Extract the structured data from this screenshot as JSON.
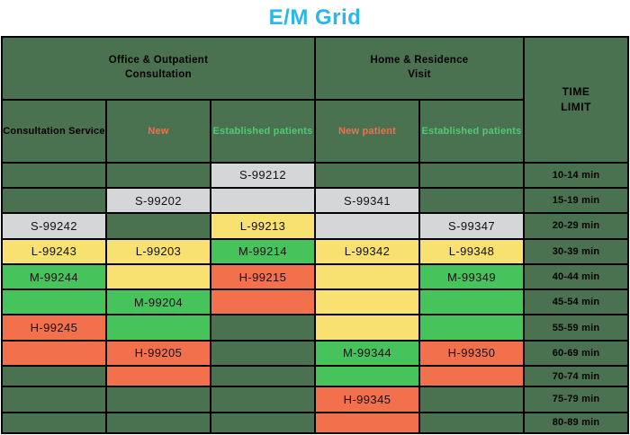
{
  "colors": {
    "title_color": "#29b8e8",
    "border_color": "#000000",
    "dark": "#4a7150",
    "gray": "#d4d6d7",
    "yellow": "#f8e170",
    "green": "#47c35b",
    "orange": "#f3704c",
    "new": "#f3704c",
    "established": "#4ecb73",
    "header_text": "#000000"
  },
  "chart_data": {
    "type": "table",
    "title": "E/M Grid",
    "column_groups": [
      {
        "label": "Office & Outpatient\nConsultation",
        "span": 3
      },
      {
        "label": "Home & Residence\nVisit",
        "span": 2
      }
    ],
    "time_header": "TIME\nLIMIT",
    "columns": [
      {
        "label": "Consultation Service",
        "text_color_key": "header_text"
      },
      {
        "label": "New",
        "text_color_key": "new"
      },
      {
        "label": "Established patients",
        "text_color_key": "established"
      },
      {
        "label": "New patient",
        "text_color_key": "new"
      },
      {
        "label": "Established patients",
        "text_color_key": "established"
      }
    ],
    "rows": [
      {
        "time_limit": "10-14 min",
        "cells": [
          {
            "bg": "dark",
            "code": ""
          },
          {
            "bg": "dark",
            "code": ""
          },
          {
            "bg": "gray",
            "code": "S-99212"
          },
          {
            "bg": "dark",
            "code": ""
          },
          {
            "bg": "dark",
            "code": ""
          }
        ]
      },
      {
        "time_limit": "15-19 min",
        "cells": [
          {
            "bg": "dark",
            "code": ""
          },
          {
            "bg": "gray",
            "code": "S-99202"
          },
          {
            "bg": "gray",
            "code": ""
          },
          {
            "bg": "gray",
            "code": "S-99341"
          },
          {
            "bg": "dark",
            "code": ""
          }
        ]
      },
      {
        "time_limit": "20-29 min",
        "cells": [
          {
            "bg": "gray",
            "code": "S-99242"
          },
          {
            "bg": "dark",
            "code": ""
          },
          {
            "bg": "yellow",
            "code": "L-99213"
          },
          {
            "bg": "gray",
            "code": ""
          },
          {
            "bg": "gray",
            "code": "S-99347"
          }
        ]
      },
      {
        "time_limit": "30-39 min",
        "cells": [
          {
            "bg": "yellow",
            "code": "L-99243"
          },
          {
            "bg": "yellow",
            "code": "L-99203"
          },
          {
            "bg": "green",
            "code": "M-99214"
          },
          {
            "bg": "yellow",
            "code": "L-99342"
          },
          {
            "bg": "yellow",
            "code": "L-99348"
          }
        ]
      },
      {
        "time_limit": "40-44 min",
        "cells": [
          {
            "bg": "green",
            "code": "M-99244"
          },
          {
            "bg": "yellow",
            "code": ""
          },
          {
            "bg": "orange",
            "code": "H-99215"
          },
          {
            "bg": "yellow",
            "code": ""
          },
          {
            "bg": "green",
            "code": "M-99349"
          }
        ]
      },
      {
        "time_limit": "45-54 min",
        "cells": [
          {
            "bg": "green",
            "code": ""
          },
          {
            "bg": "green",
            "code": "M-99204"
          },
          {
            "bg": "orange",
            "code": ""
          },
          {
            "bg": "yellow",
            "code": ""
          },
          {
            "bg": "green",
            "code": ""
          }
        ]
      },
      {
        "time_limit": "55-59 min",
        "cells": [
          {
            "bg": "orange",
            "code": "H-99245"
          },
          {
            "bg": "green",
            "code": ""
          },
          {
            "bg": "dark",
            "code": ""
          },
          {
            "bg": "yellow",
            "code": ""
          },
          {
            "bg": "green",
            "code": ""
          }
        ]
      },
      {
        "time_limit": "60-69 min",
        "cells": [
          {
            "bg": "orange",
            "code": ""
          },
          {
            "bg": "orange",
            "code": "H-99205"
          },
          {
            "bg": "dark",
            "code": ""
          },
          {
            "bg": "green",
            "code": "M-99344"
          },
          {
            "bg": "orange",
            "code": "H-99350"
          }
        ]
      },
      {
        "time_limit": "70-74 min",
        "cells": [
          {
            "bg": "dark",
            "code": ""
          },
          {
            "bg": "orange",
            "code": ""
          },
          {
            "bg": "dark",
            "code": ""
          },
          {
            "bg": "green",
            "code": ""
          },
          {
            "bg": "orange",
            "code": ""
          }
        ]
      },
      {
        "time_limit": "75-79 min",
        "cells": [
          {
            "bg": "dark",
            "code": ""
          },
          {
            "bg": "dark",
            "code": ""
          },
          {
            "bg": "dark",
            "code": ""
          },
          {
            "bg": "orange",
            "code": "H-99345"
          },
          {
            "bg": "dark",
            "code": ""
          }
        ]
      },
      {
        "time_limit": "80-89 min",
        "cells": [
          {
            "bg": "dark",
            "code": ""
          },
          {
            "bg": "dark",
            "code": ""
          },
          {
            "bg": "dark",
            "code": ""
          },
          {
            "bg": "orange",
            "code": ""
          },
          {
            "bg": "dark",
            "code": ""
          }
        ]
      }
    ]
  }
}
